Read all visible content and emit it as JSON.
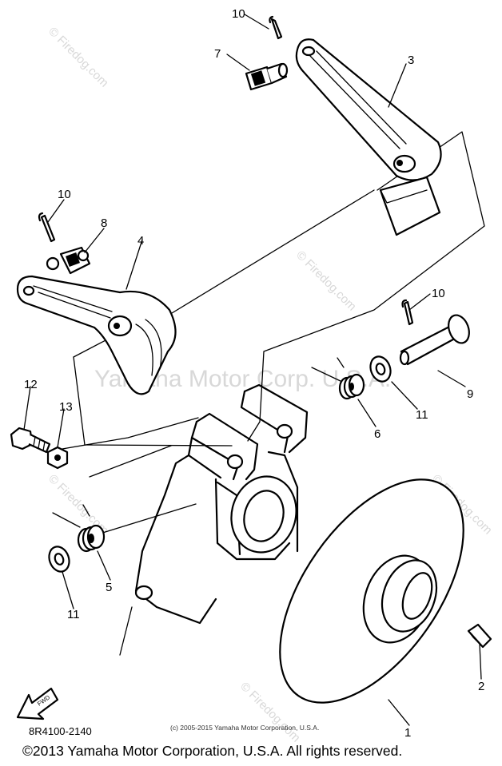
{
  "callouts": [
    "10",
    "7",
    "3",
    "10",
    "8",
    "4",
    "10",
    "9",
    "12",
    "13",
    "6",
    "11",
    "5",
    "11",
    "2",
    "1"
  ],
  "arrow_label": "FWD",
  "drawing_code": "8R4100-2140",
  "small_copyright": "(c) 2005-2015 Yamaha Motor Corporation, U.S.A.",
  "watermark_center": "Yamaha Motor Corp. U.S.A.",
  "watermark_site": "© Firedog.com",
  "copyright": "©2013 Yamaha Motor Corporation, U.S.A. All rights reserved."
}
